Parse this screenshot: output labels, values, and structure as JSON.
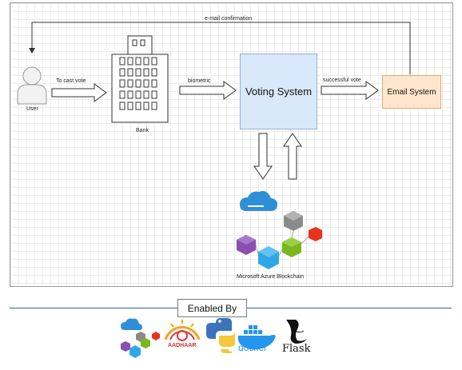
{
  "diagram": {
    "nodes": {
      "user": "User",
      "bank": "Bank",
      "voting_system": "Voting System",
      "email_system": "Email System",
      "blockchain": "Microsoft Azure Blockchain"
    },
    "edges": {
      "to_cast_vote": "To cast vote",
      "biometric": "biometric",
      "successful_vote": "successful vote",
      "email_confirmation": "e-mail confirmation"
    }
  },
  "footer": {
    "enabled_by": "Enabled By",
    "logos": {
      "aadhaar": "AADHAAR",
      "docker": "docker",
      "flask": "Flask"
    }
  },
  "colors": {
    "voting_fill": "#dae8fc",
    "email_fill": "#ffe6cc",
    "footer_line": "#2f5ea8"
  }
}
